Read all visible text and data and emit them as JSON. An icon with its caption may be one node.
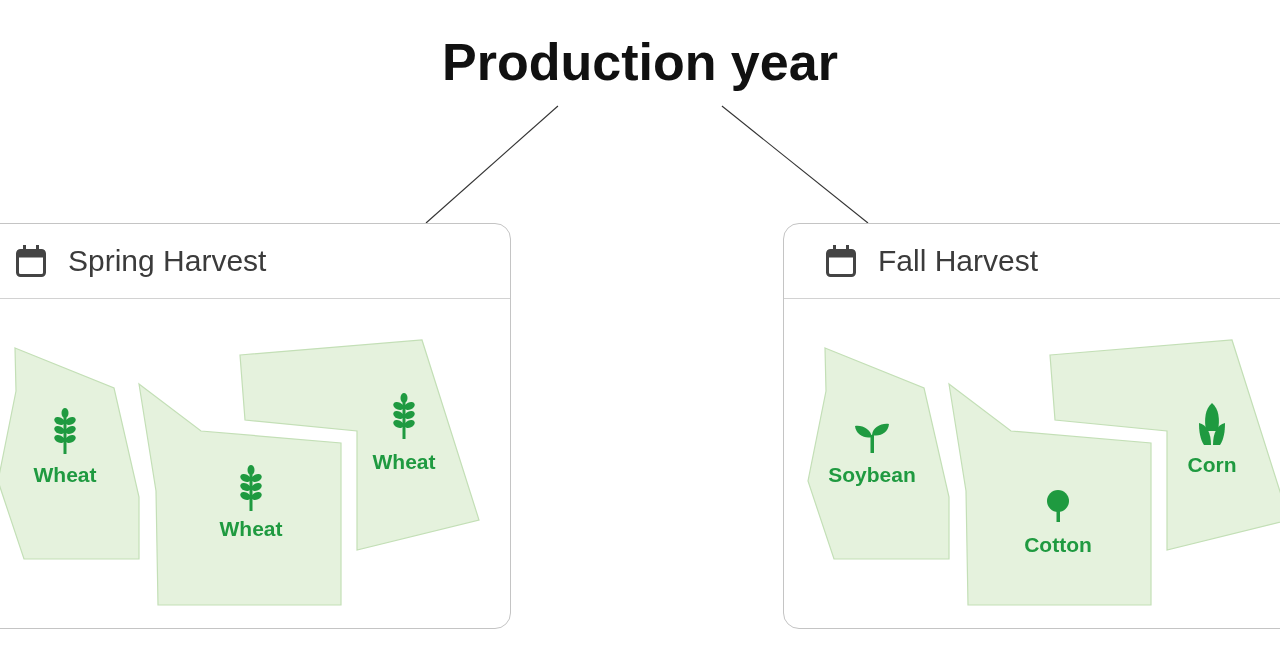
{
  "diagram": {
    "nodes": [
      {
        "text": [
          "Production year"
        ]
      },
      {
        "text": [
          "Spring Harvest"
        ]
      },
      {
        "text": [
          "Wheat"
        ],
        "in": 1
      },
      {
        "text": [
          "Wheat"
        ],
        "in": 1
      },
      {
        "text": [
          "Wheat"
        ],
        "in": 1
      },
      {
        "text": [
          "Fall Harvest"
        ]
      },
      {
        "text": [
          "Soybean"
        ],
        "in": 5
      },
      {
        "text": [
          "Cotton"
        ],
        "in": 5
      },
      {
        "text": [
          "Corn"
        ],
        "in": 5
      }
    ],
    "edges": [
      {
        "from": 0,
        "to": 1,
        "arrow": "none"
      },
      {
        "from": 0,
        "to": 5,
        "arrow": "none"
      }
    ]
  }
}
